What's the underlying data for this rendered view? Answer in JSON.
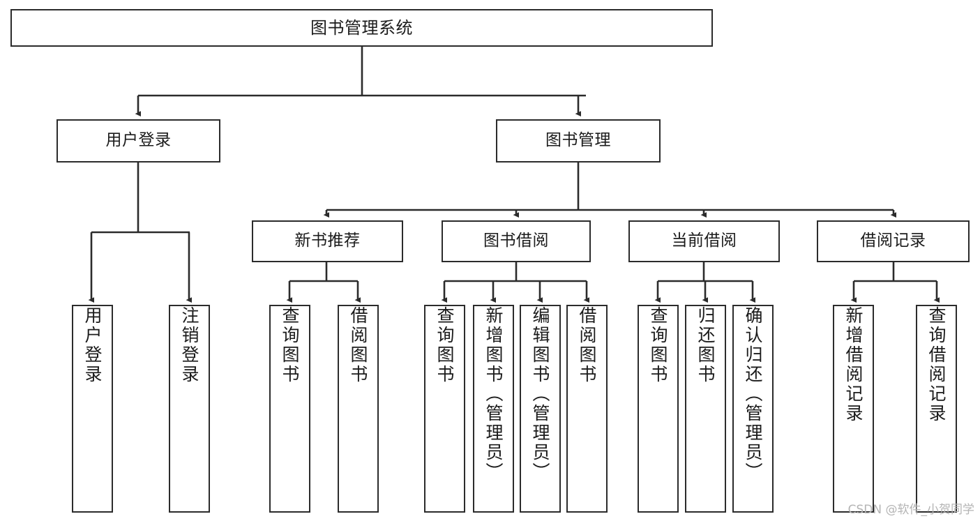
{
  "diagram": {
    "type": "tree",
    "title": "图书管理系统",
    "watermark": "CSDN @软件_小贺同学",
    "colors": {
      "box_border": "#2b2b2b",
      "box_fill": "#ffffff",
      "connector": "#2b2b2b",
      "text": "#1b1b1b",
      "watermark": "#b4b4b4"
    },
    "levels": {
      "root": {
        "label": "图书管理系统"
      },
      "level2": [
        {
          "label": "用户登录"
        },
        {
          "label": "图书管理"
        }
      ],
      "level3": [
        {
          "label": "新书推荐"
        },
        {
          "label": "图书借阅"
        },
        {
          "label": "当前借阅"
        },
        {
          "label": "借阅记录"
        }
      ],
      "leaves": {
        "user_login": [
          {
            "label": "用户登录"
          },
          {
            "label": "注销登录"
          }
        ],
        "new_book_recommend": [
          {
            "label": "查询图书"
          },
          {
            "label": "借阅图书"
          }
        ],
        "book_borrow": [
          {
            "label": "查询图书"
          },
          {
            "label": "新增图书（管理员）"
          },
          {
            "label": "编辑图书（管理员）"
          },
          {
            "label": "借阅图书"
          }
        ],
        "current_borrow": [
          {
            "label": "查询图书"
          },
          {
            "label": "归还图书"
          },
          {
            "label": "确认归还（管理员）"
          }
        ],
        "borrow_record": [
          {
            "label": "新增借阅记录"
          },
          {
            "label": "查询借阅记录"
          }
        ]
      }
    }
  }
}
